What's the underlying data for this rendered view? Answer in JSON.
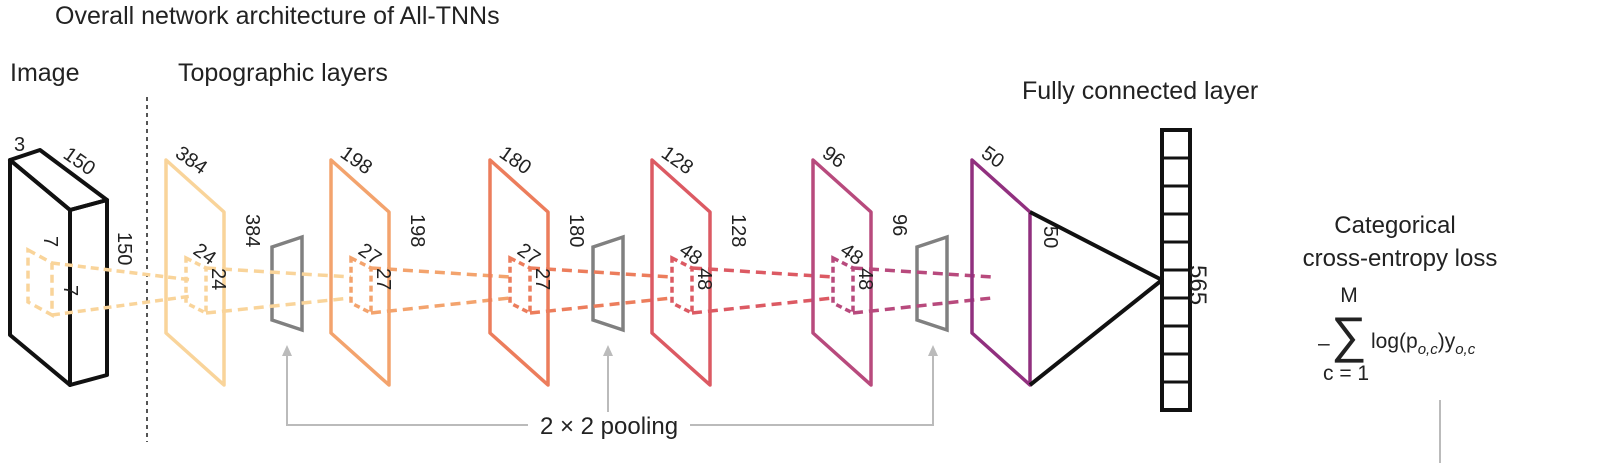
{
  "title": "Overall network architecture of All-TNNs",
  "labels": {
    "image": "Image",
    "topographic": "Topographic layers",
    "fully_connected": "Fully connected layer",
    "pooling": "2 × 2 pooling"
  },
  "image_dims": {
    "channels": "3",
    "width": "150",
    "height": "150",
    "kernel_a": "7",
    "kernel_b": "7"
  },
  "layers": [
    {
      "top": "384",
      "side": "384",
      "kernel_a": "24",
      "kernel_b": "24",
      "color": "#f9d49a"
    },
    {
      "top": "198",
      "side": "198",
      "kernel_a": "27",
      "kernel_b": "27",
      "color": "#f3a36d"
    },
    {
      "top": "180",
      "side": "180",
      "kernel_a": "27",
      "kernel_b": "27",
      "color": "#ec7d5c"
    },
    {
      "top": "128",
      "side": "128",
      "kernel_a": "48",
      "kernel_b": "48",
      "color": "#dc5a63"
    },
    {
      "top": "96",
      "side": "96",
      "kernel_a": "48",
      "kernel_b": "48",
      "color": "#b84a7d"
    },
    {
      "top": "50",
      "side": "50",
      "color": "#91307f"
    }
  ],
  "pool_color": "#808080",
  "fc": {
    "units": "565"
  },
  "loss": {
    "line1": "Categorical",
    "line2": "cross-entropy loss",
    "minus": "–",
    "sigma": "∑",
    "upper": "M",
    "lower": "c = 1",
    "log_open": "log(p",
    "sub_p": "o,c",
    "close": ")y",
    "sub_y": "o,c"
  }
}
